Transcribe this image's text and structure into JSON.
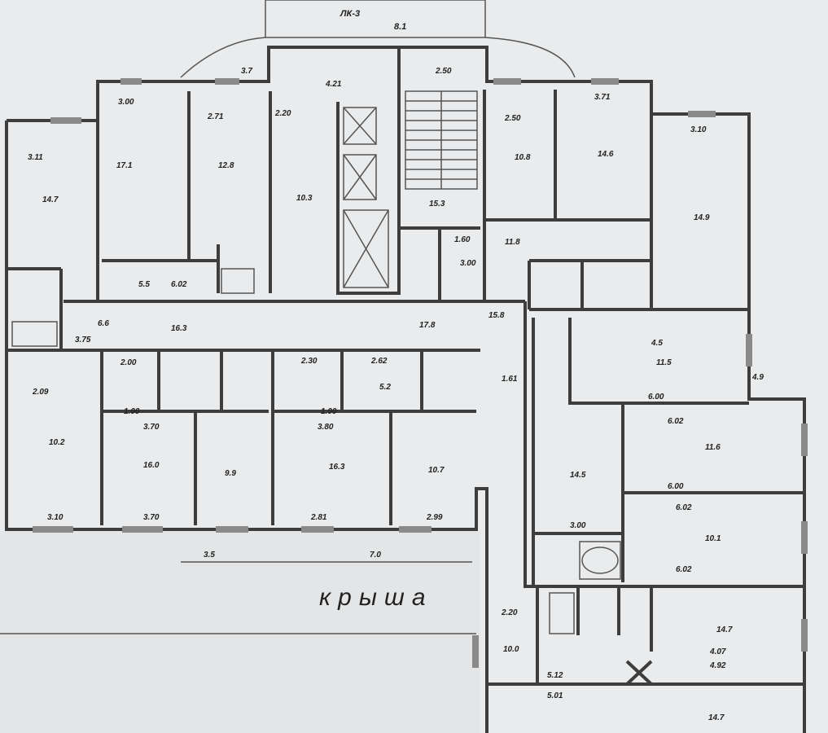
{
  "plan": {
    "roof_label": "крыша",
    "balcony_label": "ЛК-3",
    "balcony_dim": "8.1",
    "labels": [
      {
        "t": "3.7"
      },
      {
        "t": "3.00"
      },
      {
        "t": "2.71"
      },
      {
        "t": "3.11"
      },
      {
        "t": "17.1"
      },
      {
        "t": "12.8"
      },
      {
        "t": "14.7"
      },
      {
        "t": "4.21"
      },
      {
        "t": "2.20"
      },
      {
        "t": "10.3"
      },
      {
        "t": "2.50"
      },
      {
        "t": "3.71"
      },
      {
        "t": "2.50"
      },
      {
        "t": "10.8"
      },
      {
        "t": "14.6"
      },
      {
        "t": "3.10"
      },
      {
        "t": "14.9"
      },
      {
        "t": "15.3"
      },
      {
        "t": "1.60"
      },
      {
        "t": "11.8"
      },
      {
        "t": "3.00"
      },
      {
        "t": "5.5"
      },
      {
        "t": "6.02"
      },
      {
        "t": "6.6"
      },
      {
        "t": "3.75"
      },
      {
        "t": "16.3"
      },
      {
        "t": "17.8"
      },
      {
        "t": "15.8"
      },
      {
        "t": "4.9"
      },
      {
        "t": "11.5"
      },
      {
        "t": "6.00"
      },
      {
        "t": "6.02"
      },
      {
        "t": "11.6"
      },
      {
        "t": "6.00"
      },
      {
        "t": "6.02"
      },
      {
        "t": "10.1"
      },
      {
        "t": "6.02"
      },
      {
        "t": "2.00"
      },
      {
        "t": "2.30"
      },
      {
        "t": "2.62"
      },
      {
        "t": "1.61"
      },
      {
        "t": "2.09"
      },
      {
        "t": "10.2"
      },
      {
        "t": "16.0"
      },
      {
        "t": "9.9"
      },
      {
        "t": "16.3"
      },
      {
        "t": "10.7"
      },
      {
        "t": "14.5"
      },
      {
        "t": "3.10"
      },
      {
        "t": "3.70"
      },
      {
        "t": "2.81"
      },
      {
        "t": "2.99"
      },
      {
        "t": "3.5"
      },
      {
        "t": "7.0"
      },
      {
        "t": "2.20"
      },
      {
        "t": "10.0"
      },
      {
        "t": "14.7"
      },
      {
        "t": "4.07"
      },
      {
        "t": "4.92"
      },
      {
        "t": "5.12"
      },
      {
        "t": "5.01"
      },
      {
        "t": "14.7"
      },
      {
        "t": "3.00"
      },
      {
        "t": "4.5"
      },
      {
        "t": "5.2"
      },
      {
        "t": "1.00"
      },
      {
        "t": "3.70"
      },
      {
        "t": "3.80"
      },
      {
        "t": "1.00"
      }
    ]
  }
}
